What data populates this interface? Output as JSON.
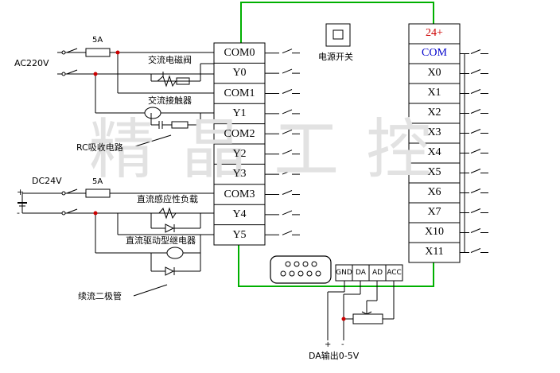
{
  "watermark": "精 晶 工 控",
  "power": {
    "ac_source": "AC220V",
    "dc_source": "DC24V",
    "fuse_ac": "5A",
    "fuse_dc": "5A",
    "dc_plus": "+",
    "dc_minus": "-"
  },
  "loads": {
    "ac_solenoid": "交流电磁阀",
    "ac_contactor": "交流接触器",
    "rc_circuit": "RC吸收电路",
    "dc_inductive": "直流感应性负载",
    "dc_relay": "直流驱动型继电器",
    "flyback_diode": "续流二极管"
  },
  "power_switch": "电源开关",
  "output_terminals": [
    "COM0",
    "Y0",
    "COM1",
    "Y1",
    "COM2",
    "Y2",
    "Y3",
    "COM3",
    "Y4",
    "Y5"
  ],
  "input_terminals": [
    "24+",
    "COM",
    "X0",
    "X1",
    "X2",
    "X3",
    "X4",
    "X5",
    "X6",
    "X7",
    "X10",
    "X11"
  ],
  "analog_terminals": [
    "GND",
    "DA",
    "AD",
    "ACC"
  ],
  "analog_output": {
    "label": "DA输出0-5V",
    "plus": "+",
    "minus": "-"
  },
  "colors": {
    "board_outline": "#00b000",
    "input_24v_text": "#cc0000",
    "input_com_text": "#0000cc",
    "junction_dot": "#cc0000",
    "watermark": "#e2e2e2"
  }
}
